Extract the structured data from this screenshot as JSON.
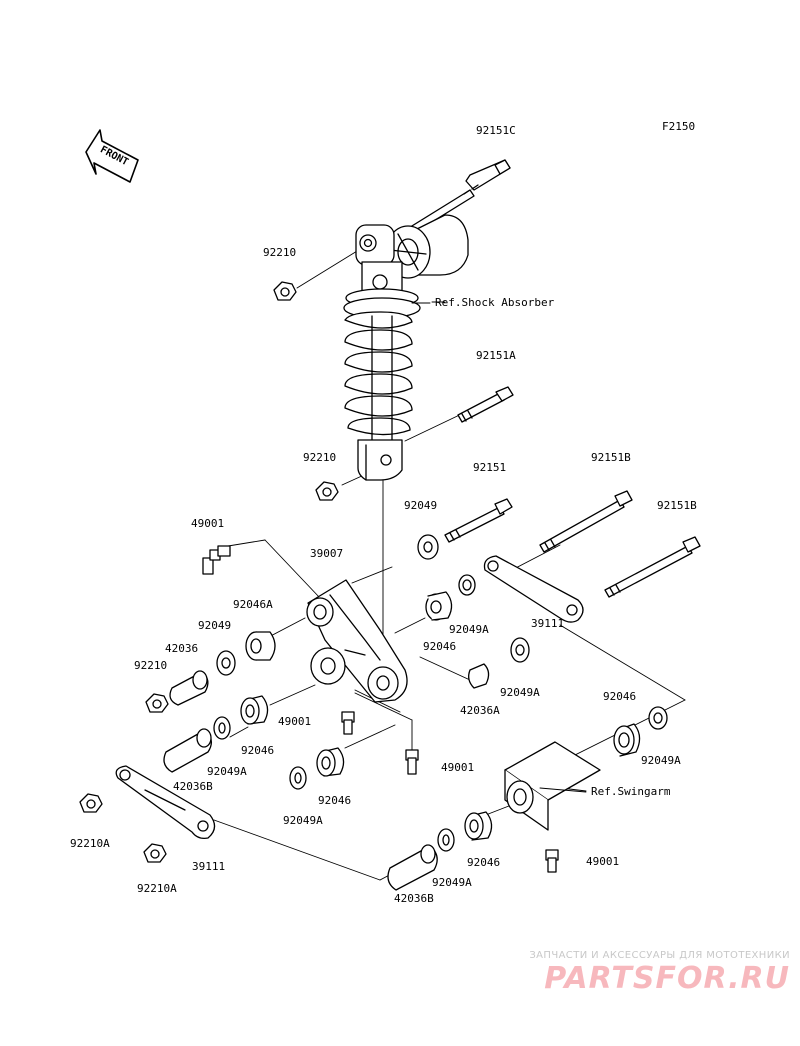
{
  "figure_code": "F2150",
  "front_arrow_label": "FRONT",
  "watermark": {
    "tagline": "ЗАПЧАСТИ И АКСЕССУАРЫ ДЛЯ МОТОТЕХНИКИ",
    "brand": "PARTSFOR.RU",
    "brand_color": "#f7b8bd"
  },
  "callouts": [
    {
      "id": "c1",
      "text": "92151C"
    },
    {
      "id": "c2",
      "text": "92210"
    },
    {
      "id": "c3",
      "text": "Ref.Shock Absorber"
    },
    {
      "id": "c4",
      "text": "92151A"
    },
    {
      "id": "c5",
      "text": "92210"
    },
    {
      "id": "c6",
      "text": "92151"
    },
    {
      "id": "c7",
      "text": "92151B"
    },
    {
      "id": "c8",
      "text": "92151B"
    },
    {
      "id": "c9",
      "text": "49001"
    },
    {
      "id": "c10",
      "text": "92049"
    },
    {
      "id": "c11",
      "text": "39007"
    },
    {
      "id": "c12",
      "text": "92046A"
    },
    {
      "id": "c13",
      "text": "92049"
    },
    {
      "id": "c14",
      "text": "42036"
    },
    {
      "id": "c15",
      "text": "92210"
    },
    {
      "id": "c16",
      "text": "92049A"
    },
    {
      "id": "c17",
      "text": "39111"
    },
    {
      "id": "c18",
      "text": "92046"
    },
    {
      "id": "c19",
      "text": "92049A"
    },
    {
      "id": "c20",
      "text": "42036A"
    },
    {
      "id": "c21",
      "text": "49001"
    },
    {
      "id": "c22",
      "text": "92046"
    },
    {
      "id": "c23",
      "text": "92049A"
    },
    {
      "id": "c24",
      "text": "42036B"
    },
    {
      "id": "c25",
      "text": "49001"
    },
    {
      "id": "c26",
      "text": "92046"
    },
    {
      "id": "c27",
      "text": "92049A"
    },
    {
      "id": "c28",
      "text": "92046"
    },
    {
      "id": "c29",
      "text": "92049A"
    },
    {
      "id": "c30",
      "text": "Ref.Swingarm"
    },
    {
      "id": "c31",
      "text": "92210A"
    },
    {
      "id": "c32",
      "text": "39111"
    },
    {
      "id": "c33",
      "text": "92210A"
    },
    {
      "id": "c34",
      "text": "92046"
    },
    {
      "id": "c35",
      "text": "49001"
    },
    {
      "id": "c36",
      "text": "92049A"
    },
    {
      "id": "c37",
      "text": "42036B"
    }
  ]
}
